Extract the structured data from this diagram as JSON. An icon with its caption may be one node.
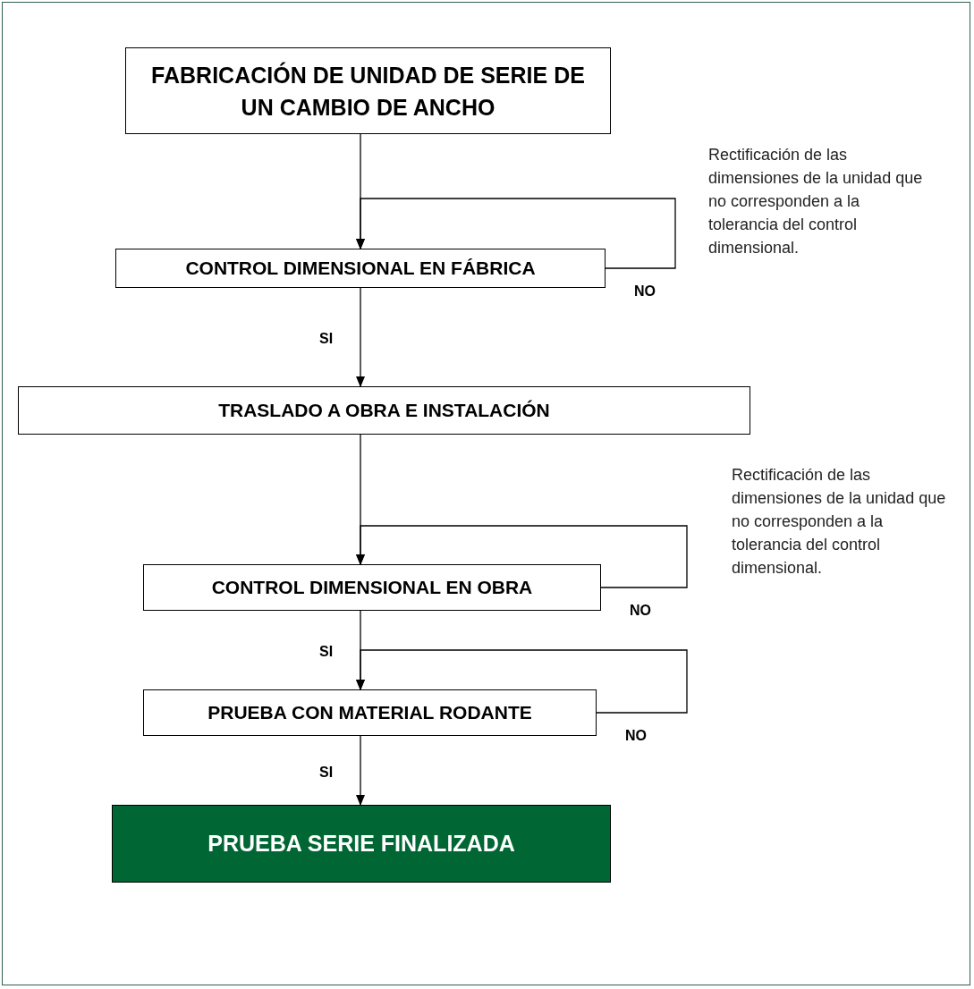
{
  "diagram": {
    "nodes": [
      {
        "text": [
          "FABRICACIÓN DE UNIDAD DE SERIE DE UN CAMBIO DE ANCHO"
        ]
      },
      {
        "text": [
          "CONTROL DIMENSIONAL EN FÁBRICA"
        ]
      },
      {
        "text": [
          "TRASLADO A OBRA E INSTALACIÓN"
        ]
      },
      {
        "text": [
          "CONTROL DIMENSIONAL EN OBRA"
        ]
      },
      {
        "text": [
          "PRUEBA CON MATERIAL RODANTE"
        ]
      },
      {
        "text": [
          "PRUEBA SERIE FINALIZADA"
        ]
      }
    ],
    "edges": [
      {
        "from": 0,
        "to": 1,
        "arrow": "to"
      },
      {
        "from": 1,
        "to": 1,
        "arrow": "to",
        "label": "NO"
      },
      {
        "from": 1,
        "to": 2,
        "arrow": "to",
        "label": "SI"
      },
      {
        "from": 2,
        "to": 3,
        "arrow": "to"
      },
      {
        "from": 3,
        "to": 3,
        "arrow": "to",
        "label": "NO"
      },
      {
        "from": 3,
        "to": 4,
        "arrow": "to",
        "label": "SI"
      },
      {
        "from": 4,
        "to": 4,
        "arrow": "to",
        "label": "NO"
      },
      {
        "from": 4,
        "to": 5,
        "arrow": "to",
        "label": "SI"
      }
    ],
    "labels": [
      "Rectificación de las dimensiones de la unidad que no corresponden a la tolerancia del control dimensional.",
      "Rectificación de las dimensiones de la unidad que no corresponden a la tolerancia del control dimensional."
    ]
  }
}
